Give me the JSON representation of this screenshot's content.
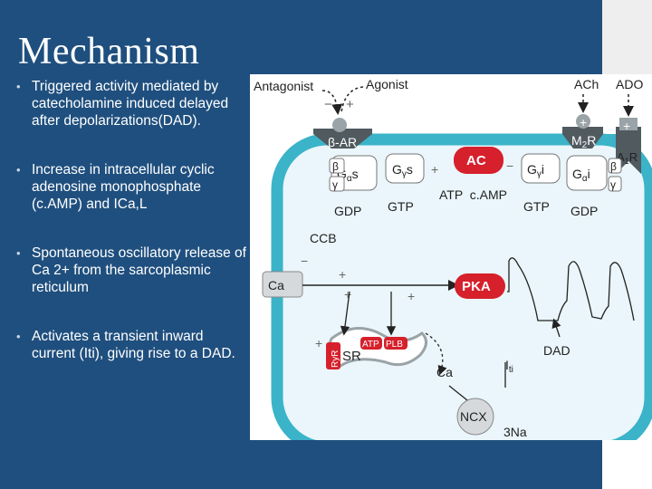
{
  "slide": {
    "title": "Mechanism",
    "bullets": [
      "Triggered activity mediated by catecholamine induced delayed after depolarizations(DAD).",
      " Increase in intracellular cyclic adenosine monophosphate (c.AMP) and ICa,L",
      "Spontaneous oscillatory release of Ca 2+ from the sarcoplasmic reticulum",
      " Activates a transient inward current (Iti), giving rise to a DAD."
    ],
    "bullet_marker": "•"
  },
  "diagram": {
    "antagonist": "Antagonist",
    "agonist": "Agonist",
    "ach": "ACh",
    "ado": "ADO",
    "beta_ar": "β-AR",
    "m2r_main": "M",
    "m2r_sub": "2",
    "m2r_end": "R",
    "a1r_main": "A",
    "a1r_sub": "1",
    "a1r_end": "R",
    "ac": "AC",
    "pka": "PKA",
    "atp_camp": "ATP  c.AMP",
    "gdp": "GDP",
    "gtp": "GTP",
    "beta": "β",
    "gamma": "γ",
    "g_main": "G",
    "alpha_s_sub": "α",
    "s_end": "s",
    "i_end": "i",
    "gamma_s_sub": "γ",
    "ccb": "CCB",
    "ca": "Ca",
    "sr": "SR",
    "ryr": "RyR",
    "atp": "ATP",
    "plb": "PLB",
    "ncx": "NCX",
    "three_na": "3Na",
    "dad": "DAD",
    "iti_main": "I",
    "iti_sub": "ti",
    "plus": "+",
    "minus": "−",
    "colors": {
      "cell_border": "#3bb3c8",
      "cell_fill": "#eaf6fb",
      "receptor": "#505a5f",
      "red": "#d6202c",
      "slide_blue": "#1f4f7e"
    }
  }
}
